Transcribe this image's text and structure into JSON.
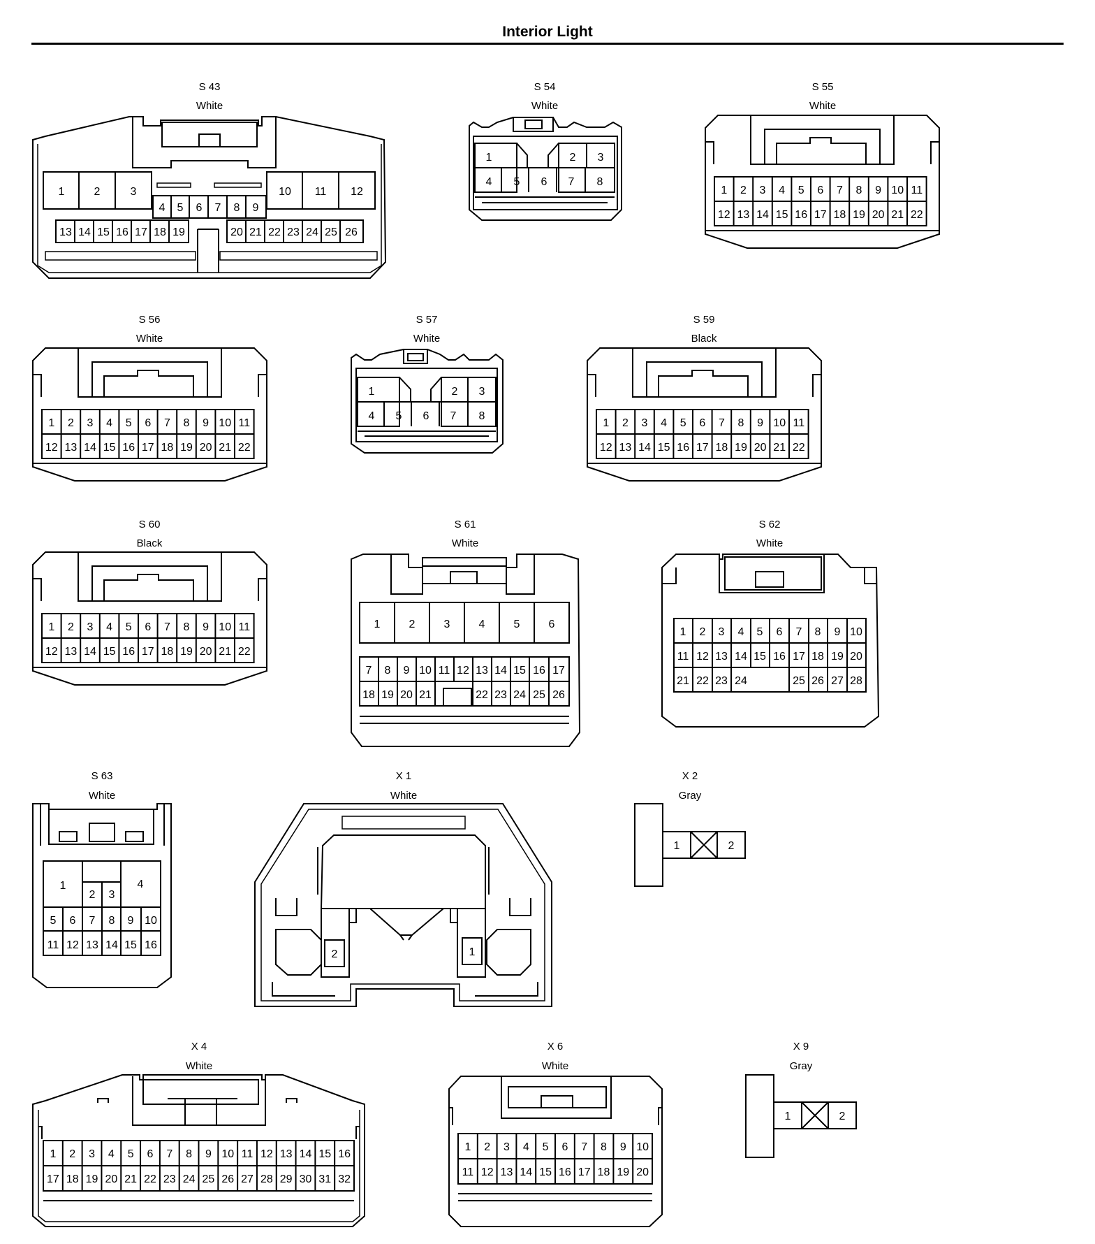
{
  "title": "Interior Light",
  "connectors": {
    "S43": {
      "id": "S 43",
      "color": "White"
    },
    "S54": {
      "id": "S 54",
      "color": "White"
    },
    "S55": {
      "id": "S 55",
      "color": "White"
    },
    "S56": {
      "id": "S 56",
      "color": "White"
    },
    "S57": {
      "id": "S 57",
      "color": "White"
    },
    "S59": {
      "id": "S 59",
      "color": "Black"
    },
    "S60": {
      "id": "S 60",
      "color": "Black"
    },
    "S61": {
      "id": "S 61",
      "color": "White"
    },
    "S62": {
      "id": "S 62",
      "color": "White"
    },
    "S63": {
      "id": "S 63",
      "color": "White"
    },
    "X1": {
      "id": "X 1",
      "color": "White"
    },
    "X2": {
      "id": "X 2",
      "color": "Gray"
    },
    "X4": {
      "id": "X 4",
      "color": "White"
    },
    "X6": {
      "id": "X 6",
      "color": "White"
    },
    "X9": {
      "id": "X 9",
      "color": "Gray"
    }
  }
}
